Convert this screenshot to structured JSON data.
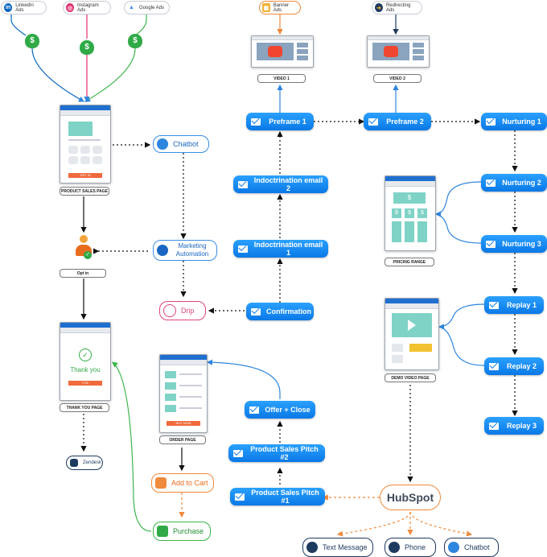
{
  "ads": {
    "linkedin": "LinkedIn Ads",
    "instagram": "Instagram Ads",
    "google": "Google Ads",
    "banner": "Banner Ads",
    "redirecting": "Redirecting Ads"
  },
  "pages": {
    "product_sales": "PRODUCT SALES PAGE",
    "product_sales_cta": "GET IN",
    "opt_in": "Opt in",
    "thank_you": "THANK YOU PAGE",
    "thank_you_text": "Thank you",
    "thank_you_cta": "CTA",
    "order": "ORDER PAGE",
    "order_cta": "BUY NOW",
    "pricing": "PRICING RANGE",
    "demo_video": "DEMO VIDEO PAGE",
    "video1": "VIDEO 1",
    "video2": "VIDEO 2"
  },
  "pills": {
    "preframe1": "Preframe 1",
    "preframe2": "Preframe 2",
    "indoc2": "Indoctrination email 2",
    "indoc1": "Indoctrination email 1",
    "confirmation": "Confirmation",
    "nurturing1": "Nurturing 1",
    "nurturing2": "Nurturing 2",
    "nurturing3": "Nurturing 3",
    "replay1": "Replay 1",
    "replay2": "Replay 2",
    "replay3": "Replay 3",
    "offer_close": "Offer + Close",
    "pitch2": "Product Sales Pitch #2",
    "pitch1": "Product Sales Pitch #1"
  },
  "tools": {
    "chatbot": "Chatbot",
    "marketing_automation_1": "Marketing",
    "marketing_automation_2": "Automation",
    "drip": "Drip",
    "add_to_cart": "Add to Cart",
    "purchase": "Purchase",
    "zendesk": "Zendesk",
    "hubspot": "HubSpot",
    "text_message": "Text Message",
    "phone": "Phone",
    "chatbot2": "Chatbot"
  },
  "colors": {
    "blue": "#0a78e6",
    "navy": "#1f6fd0",
    "green": "#3bb54a",
    "orange": "#f08a3c",
    "black": "#111111",
    "teal": "#7fd3c6"
  },
  "icons": {
    "email": "envelope-icon",
    "money": "money-bag-icon",
    "person": "person-icon",
    "cart": "cart-icon",
    "bag": "shopping-bag-icon",
    "play": "play-icon",
    "dollar": "dollar-icon"
  }
}
